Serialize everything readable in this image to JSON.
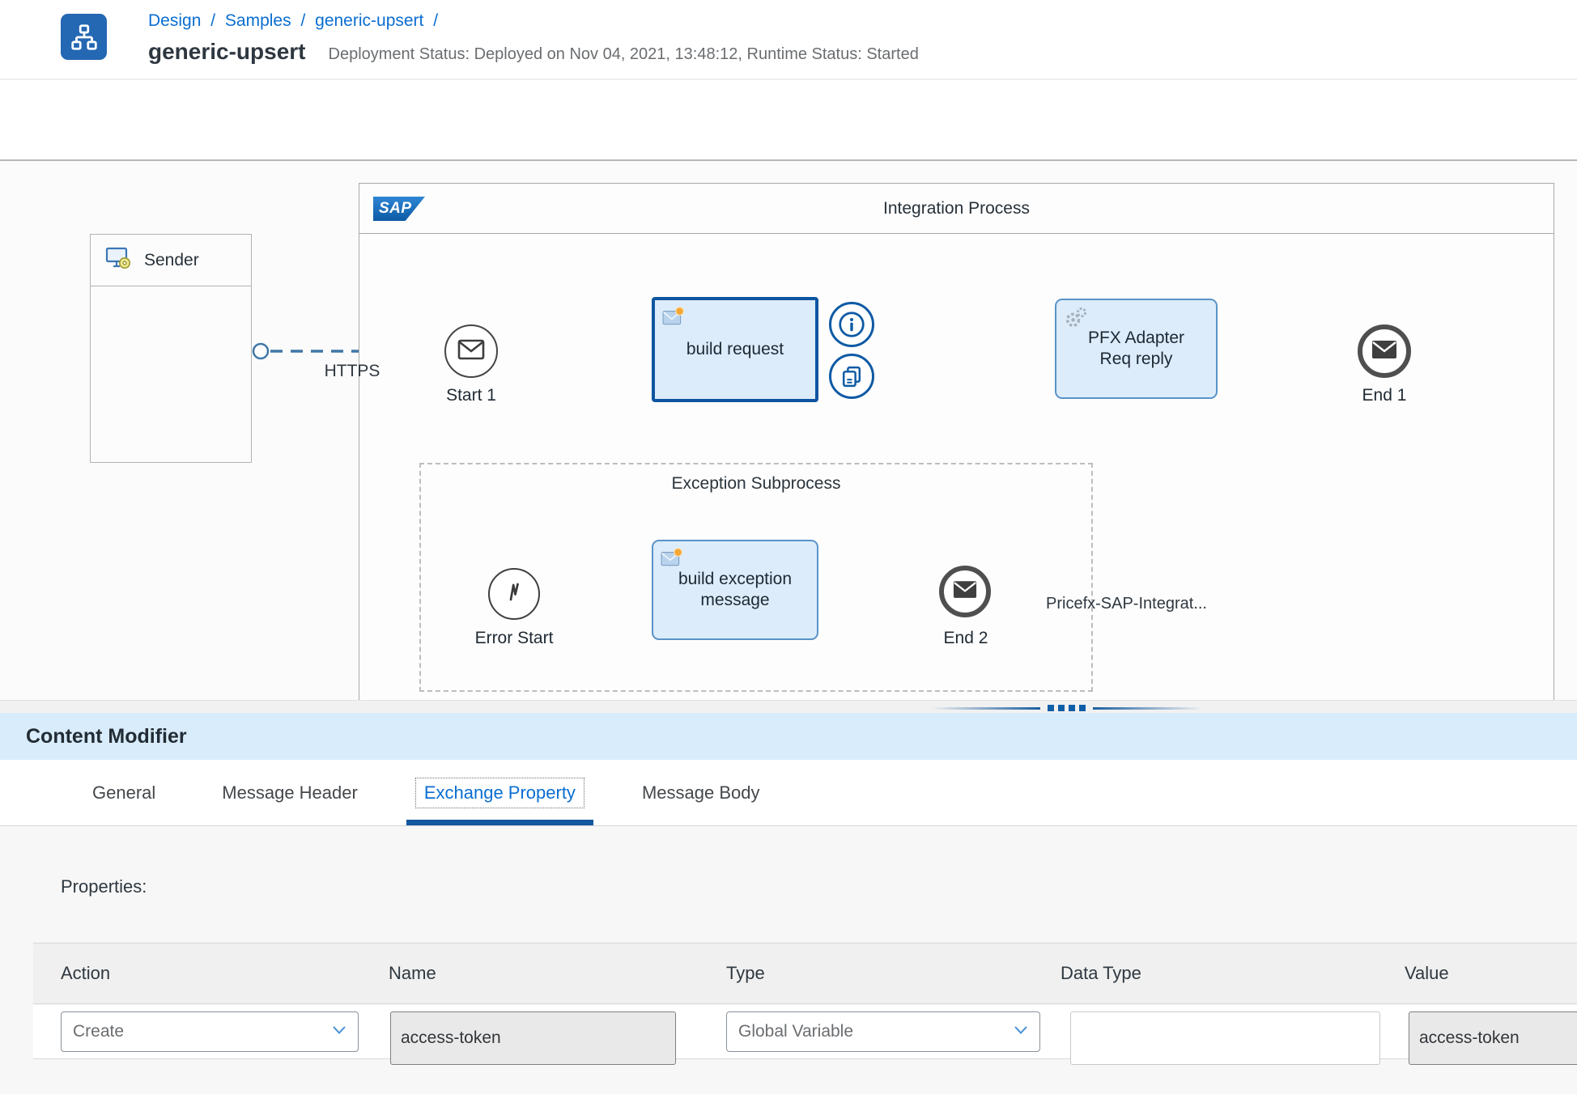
{
  "header": {
    "breadcrumb": [
      {
        "label": "Design"
      },
      {
        "label": "Samples"
      },
      {
        "label": "generic-upsert"
      }
    ],
    "breadcrumb_separator": "/",
    "title": "generic-upsert",
    "status_text": "Deployment Status: Deployed on Nov 04, 2021, 13:48:12, Runtime Status: Started"
  },
  "toolbar": {
    "icons": [
      "copy-icon",
      "paste-icon",
      "add-task-icon",
      "add-participant-icon",
      "add-process-icon",
      "add-connector-icon",
      "delete-icon",
      "navigation-lines-icon",
      "add-event-icon",
      "swap-icon",
      "add-gateway-icon",
      "security-lock-icon",
      "local-integration-cube-icon",
      "checklist-icon",
      "simulate-play-icon",
      "reset-simulation-icon",
      "help-icon"
    ]
  },
  "diagram": {
    "sender_label": "Sender",
    "sap_logo_text": "SAP",
    "pool_title": "Integration Process",
    "https_label": "HTTPS",
    "subprocess_title": "Exception Subprocess",
    "receiver_label": "Pricefx-SAP-Integrat...",
    "nodes": {
      "start1": "Start 1",
      "build_request": "build request",
      "pfx_line1": "PFX Adapter",
      "pfx_line2": "Req reply",
      "end1": "End 1",
      "error_start": "Error Start",
      "build_exception": "build exception message",
      "end2": "End 2"
    }
  },
  "panel": {
    "title": "Content Modifier",
    "tabs": [
      {
        "label": "General",
        "active": false
      },
      {
        "label": "Message Header",
        "active": false
      },
      {
        "label": "Exchange Property",
        "active": true
      },
      {
        "label": "Message Body",
        "active": false
      }
    ],
    "properties_label": "Properties:",
    "table": {
      "columns": [
        "Action",
        "Name",
        "Type",
        "Data Type",
        "Value"
      ],
      "rows": [
        {
          "action": "Create",
          "name": "access-token",
          "type": "Global Variable",
          "data_type": "",
          "value": "access-token"
        }
      ]
    }
  },
  "colors": {
    "accent_blue": "#0a6ed1",
    "selection_blue": "#0d55a0",
    "node_fill": "#dcecfb",
    "connector_blue": "#4077a8",
    "panel_header_bg": "#d9ecfb",
    "active_tab_underline": "#13579f"
  }
}
